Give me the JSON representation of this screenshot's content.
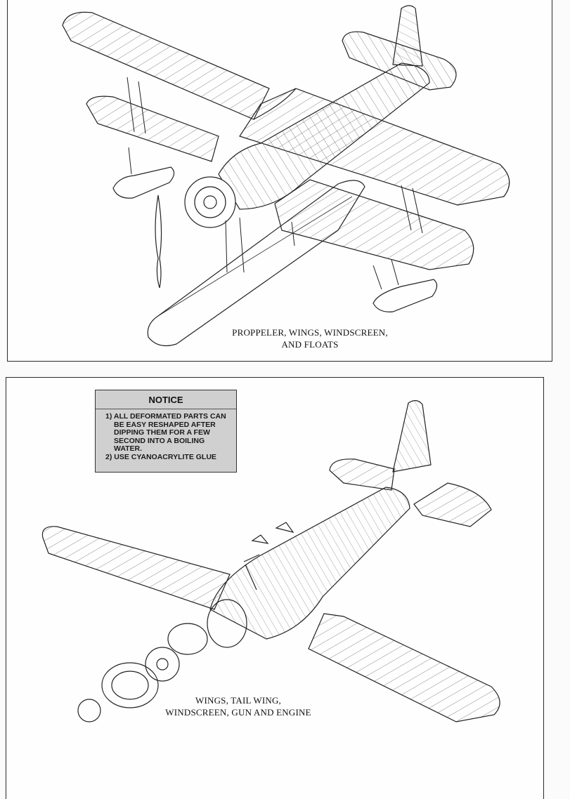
{
  "top_panel": {
    "caption_lines": [
      "PROPPELER, WINGS, WINDSCREEN,",
      "AND FLOATS"
    ]
  },
  "bottom_panel": {
    "notice": {
      "title": "NOTICE",
      "lines": [
        "1) ALL DEFORMATED PARTS CAN",
        "BE EASY RESHAPED AFTER",
        "DIPPING THEM FOR A FEW",
        "SECOND INTO A BOILING",
        "WATER.",
        "2) USE CYANOACRYLITE GLUE"
      ]
    },
    "caption_lines": [
      "WINGS, TAIL WING,",
      "WINDSCREEN, GUN AND ENGINE"
    ]
  },
  "colors": {
    "paper": "#fefefe",
    "ink": "#222222",
    "notice_fill": "#d0d0d0"
  }
}
